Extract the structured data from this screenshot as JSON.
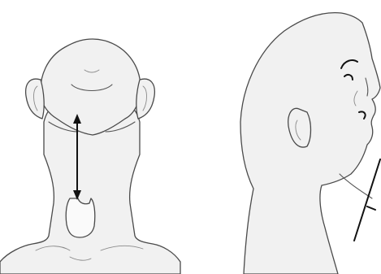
{
  "figure": {
    "panels": [
      {
        "id": "front-neck-view",
        "view": "anterior",
        "annotation": "double-headed-arrow"
      },
      {
        "id": "side-head-view",
        "view": "lateral-extended",
        "annotation": "line-along-throat"
      }
    ],
    "colors": {
      "skin_fill": "#f1f1f1",
      "outline": "#4a4a4a",
      "measurement": "#111111",
      "background": "#ffffff"
    }
  }
}
